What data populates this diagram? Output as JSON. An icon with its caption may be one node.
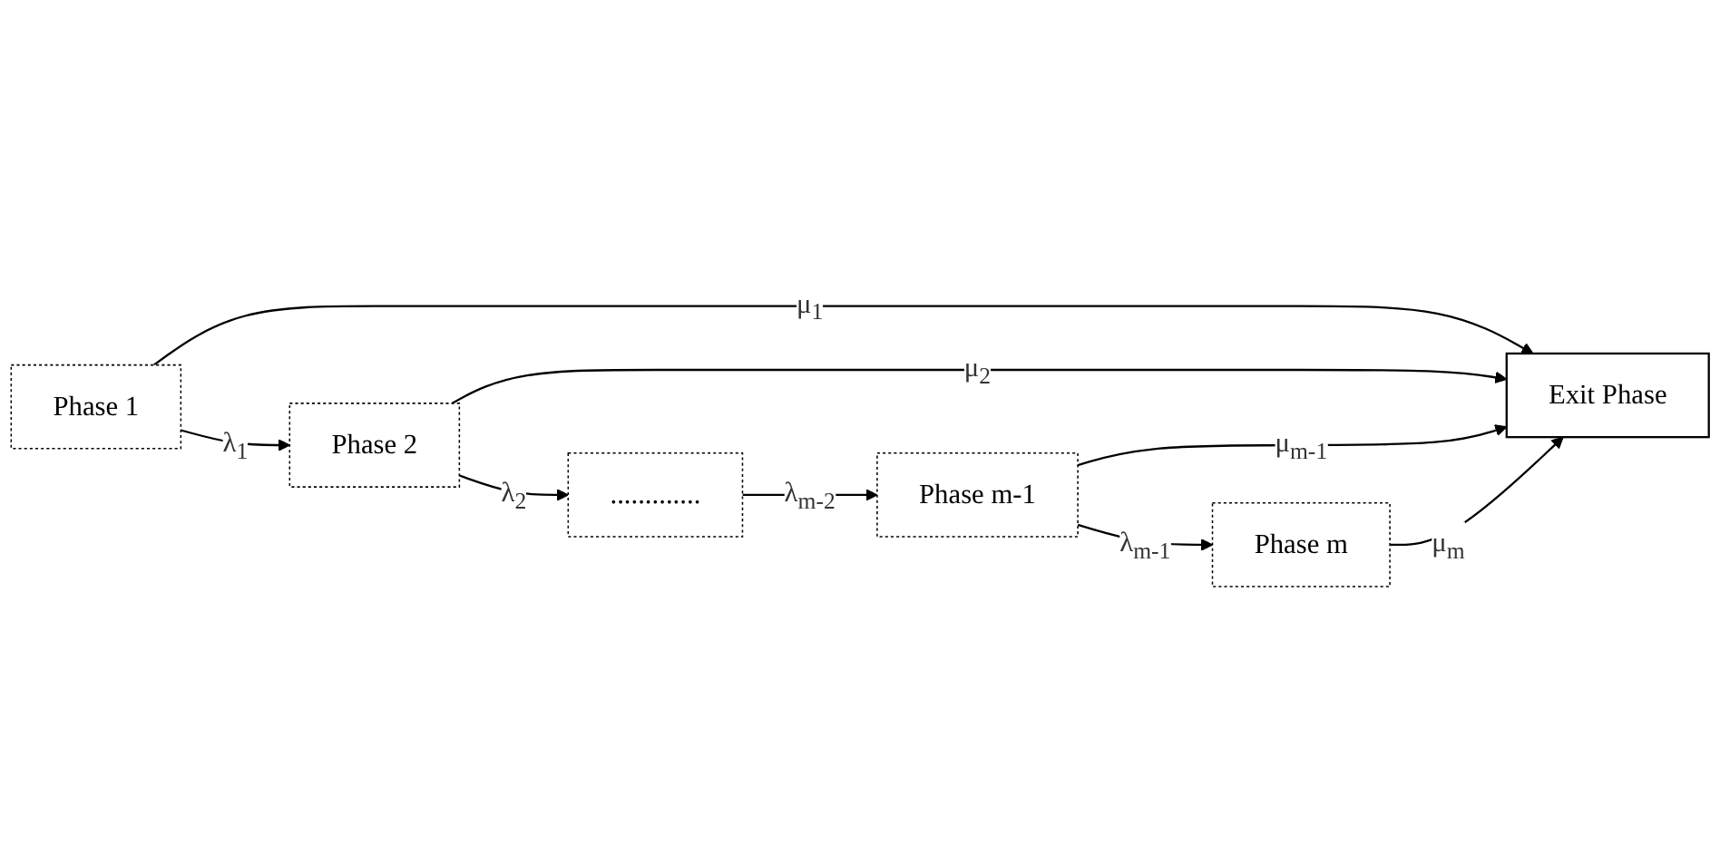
{
  "diagram": {
    "nodes": [
      {
        "text": [
          "Phase 1"
        ]
      },
      {
        "text": [
          "Phase 2"
        ]
      },
      {
        "text": [
          "............."
        ]
      },
      {
        "text": [
          "Phase m-1"
        ]
      },
      {
        "text": [
          "Phase m"
        ]
      },
      {
        "text": [
          "Exit Phase"
        ]
      }
    ],
    "edges": [
      {
        "from": 0,
        "to": 1,
        "arrow": "to",
        "label": "λ$_{1}$"
      },
      {
        "from": 1,
        "to": 2,
        "arrow": "to",
        "label": "λ$_{2}$"
      },
      {
        "from": 2,
        "to": 3,
        "arrow": "to",
        "label": "λ$_{m-2}$"
      },
      {
        "from": 3,
        "to": 4,
        "arrow": "to",
        "label": "λ$_{m-1}$"
      },
      {
        "from": 0,
        "to": 5,
        "arrow": "to",
        "label": "μ$_{1}$"
      },
      {
        "from": 1,
        "to": 5,
        "arrow": "to",
        "label": "μ$_{2}$"
      },
      {
        "from": 3,
        "to": 5,
        "arrow": "to",
        "label": "μ$_{m-1}$"
      },
      {
        "from": 4,
        "to": 5,
        "arrow": "to",
        "label": "μ$_{m}$"
      }
    ]
  }
}
